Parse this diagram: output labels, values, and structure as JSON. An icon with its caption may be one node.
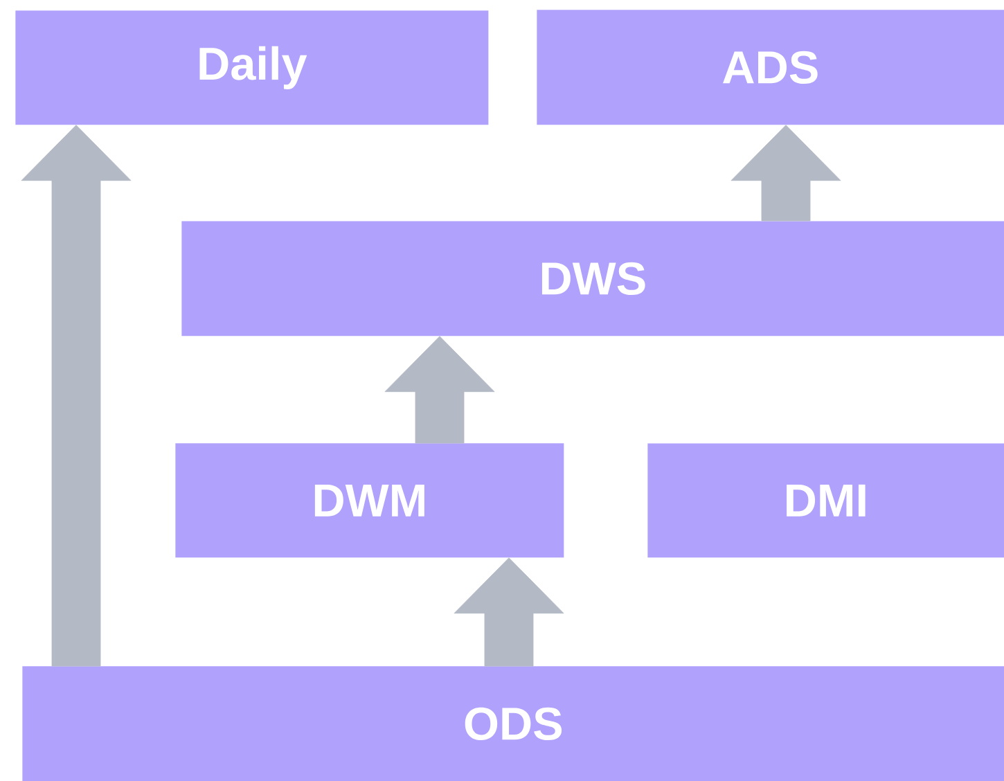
{
  "diagram": {
    "nodes": [
      {
        "text": [
          "Daily"
        ]
      },
      {
        "text": [
          "ADS"
        ]
      },
      {
        "text": [
          "DWS"
        ]
      },
      {
        "text": [
          "DWM"
        ]
      },
      {
        "text": [
          "DMI"
        ]
      },
      {
        "text": [
          "ODS"
        ]
      }
    ],
    "edges": [
      {
        "from": 5,
        "to": 0,
        "arrow": "to"
      },
      {
        "from": 2,
        "to": 1,
        "arrow": "to"
      },
      {
        "from": 3,
        "to": 2,
        "arrow": "to"
      },
      {
        "from": 5,
        "to": 3,
        "arrow": "to"
      }
    ]
  }
}
